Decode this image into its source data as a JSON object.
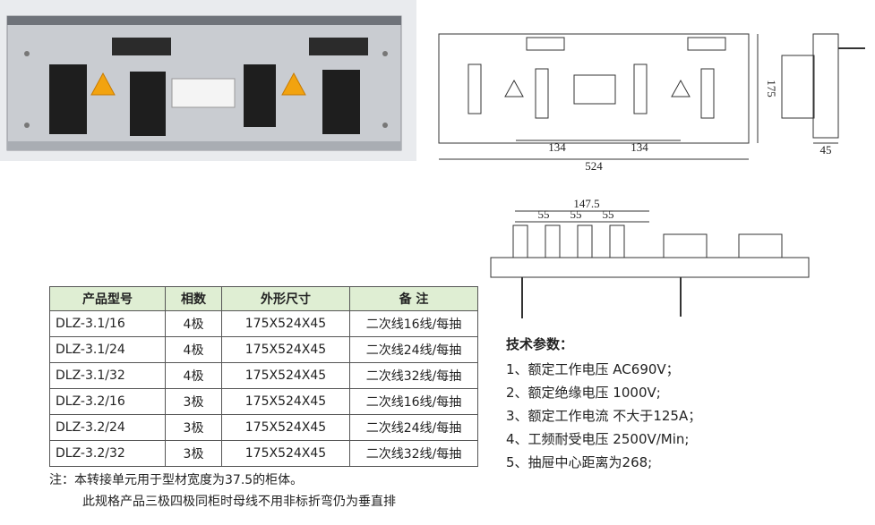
{
  "drawing_labels": {
    "front_height": "175",
    "front_spacing_left": "134",
    "front_spacing_right": "134",
    "front_width": "524",
    "side_depth": "45",
    "bottom_span": "147.5",
    "bottom_pitch_1": "55",
    "bottom_pitch_2": "55",
    "bottom_pitch_3": "55"
  },
  "table": {
    "headers": [
      "产品型号",
      "相数",
      "外形尺寸",
      "备   注"
    ],
    "rows": [
      [
        "DLZ-3.1/16",
        "4极",
        "175X524X45",
        "二次线16线/每抽"
      ],
      [
        "DLZ-3.1/24",
        "4极",
        "175X524X45",
        "二次线24线/每抽"
      ],
      [
        "DLZ-3.1/32",
        "4极",
        "175X524X45",
        "二次线32线/每抽"
      ],
      [
        "DLZ-3.2/16",
        "3极",
        "175X524X45",
        "二次线16线/每抽"
      ],
      [
        "DLZ-3.2/24",
        "3极",
        "175X524X45",
        "二次线24线/每抽"
      ],
      [
        "DLZ-3.2/32",
        "3极",
        "175X524X45",
        "二次线32线/每抽"
      ]
    ]
  },
  "notes": {
    "line1": "注：本转接单元用于型材宽度为37.5的柜体。",
    "line2": "此规格产品三极四极同柜时母线不用非标折弯仍为垂直排"
  },
  "params": {
    "title": "技术参数：",
    "items": [
      "1、额定工作电压    AC690V；",
      "2、额定绝缘电压    1000V;",
      "3、额定工作电流    不大于125A；",
      "4、工频耐受电压    2500V/Min;",
      "5、抽屉中心距离为268;"
    ]
  },
  "colors": {
    "table_header_bg": "#dfeed3",
    "warning_yellow": "#f2a30f"
  }
}
